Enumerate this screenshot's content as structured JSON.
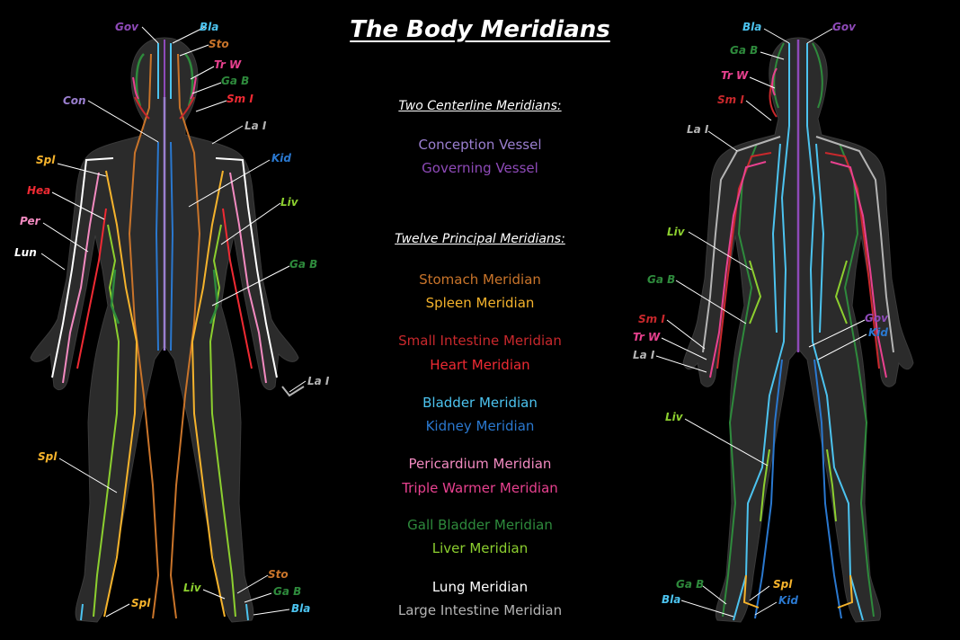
{
  "title": "The Body Meridians",
  "legend": {
    "centerline_heading": "Two Centerline Meridians:",
    "principal_heading": "Twelve Principal Meridians:",
    "centerline": [
      {
        "label": "Conception Vessel",
        "color": "#9b7fd0"
      },
      {
        "label": "Governing Vessel",
        "color": "#8e4ab8"
      }
    ],
    "principal": [
      {
        "label": "Stomach Meridian",
        "color": "#c9742a"
      },
      {
        "label": "Spleen Meridian",
        "color": "#f5b32c"
      },
      {
        "label": "Small Intestine Meridian",
        "color": "#c8282c"
      },
      {
        "label": "Heart Meridian",
        "color": "#ef2a33"
      },
      {
        "label": "Bladder Meridian",
        "color": "#4cc3ef"
      },
      {
        "label": "Kidney Meridian",
        "color": "#2a78cf"
      },
      {
        "label": "Pericardium Meridian",
        "color": "#f28ac0"
      },
      {
        "label": "Triple Warmer Meridian",
        "color": "#e8418f"
      },
      {
        "label": "Gall Bladder Meridian",
        "color": "#2e8a3c"
      },
      {
        "label": "Liver Meridian",
        "color": "#8ccf2f"
      },
      {
        "label": "Lung Meridian",
        "color": "#ffffff"
      },
      {
        "label": "Large Intestine Meridian",
        "color": "#b4b4b4"
      }
    ]
  },
  "front_labels": {
    "gov": "Gov",
    "bla": "Bla",
    "sto": "Sto",
    "trw": "Tr W",
    "gab": "Ga B",
    "smi": "Sm I",
    "con": "Con",
    "lai": "La I",
    "spl": "Spl",
    "kid": "Kid",
    "hea": "Hea",
    "liv": "Liv",
    "per": "Per",
    "lun": "Lun",
    "gab2": "Ga B",
    "lai2": "La I",
    "spl2": "Spl",
    "liv2": "Liv",
    "sto2": "Sto",
    "gab3": "Ga B",
    "spl3": "Spl",
    "bla2": "Bla"
  },
  "back_labels": {
    "bla": "Bla",
    "gov": "Gov",
    "gab": "Ga B",
    "trw": "Tr W",
    "smi": "Sm I",
    "lai": "La I",
    "liv": "Liv",
    "gab2": "Ga B",
    "smi2": "Sm I",
    "gov2": "Gov",
    "trw2": "Tr W",
    "kid": "Kid",
    "lai2": "La I",
    "liv2": "Liv",
    "gab3": "Ga B",
    "spl": "Spl",
    "bla2": "Bla",
    "kid2": "Kid"
  },
  "colors": {
    "background": "#000000",
    "body": "#2b2b2b",
    "leader": "#ffffff"
  }
}
